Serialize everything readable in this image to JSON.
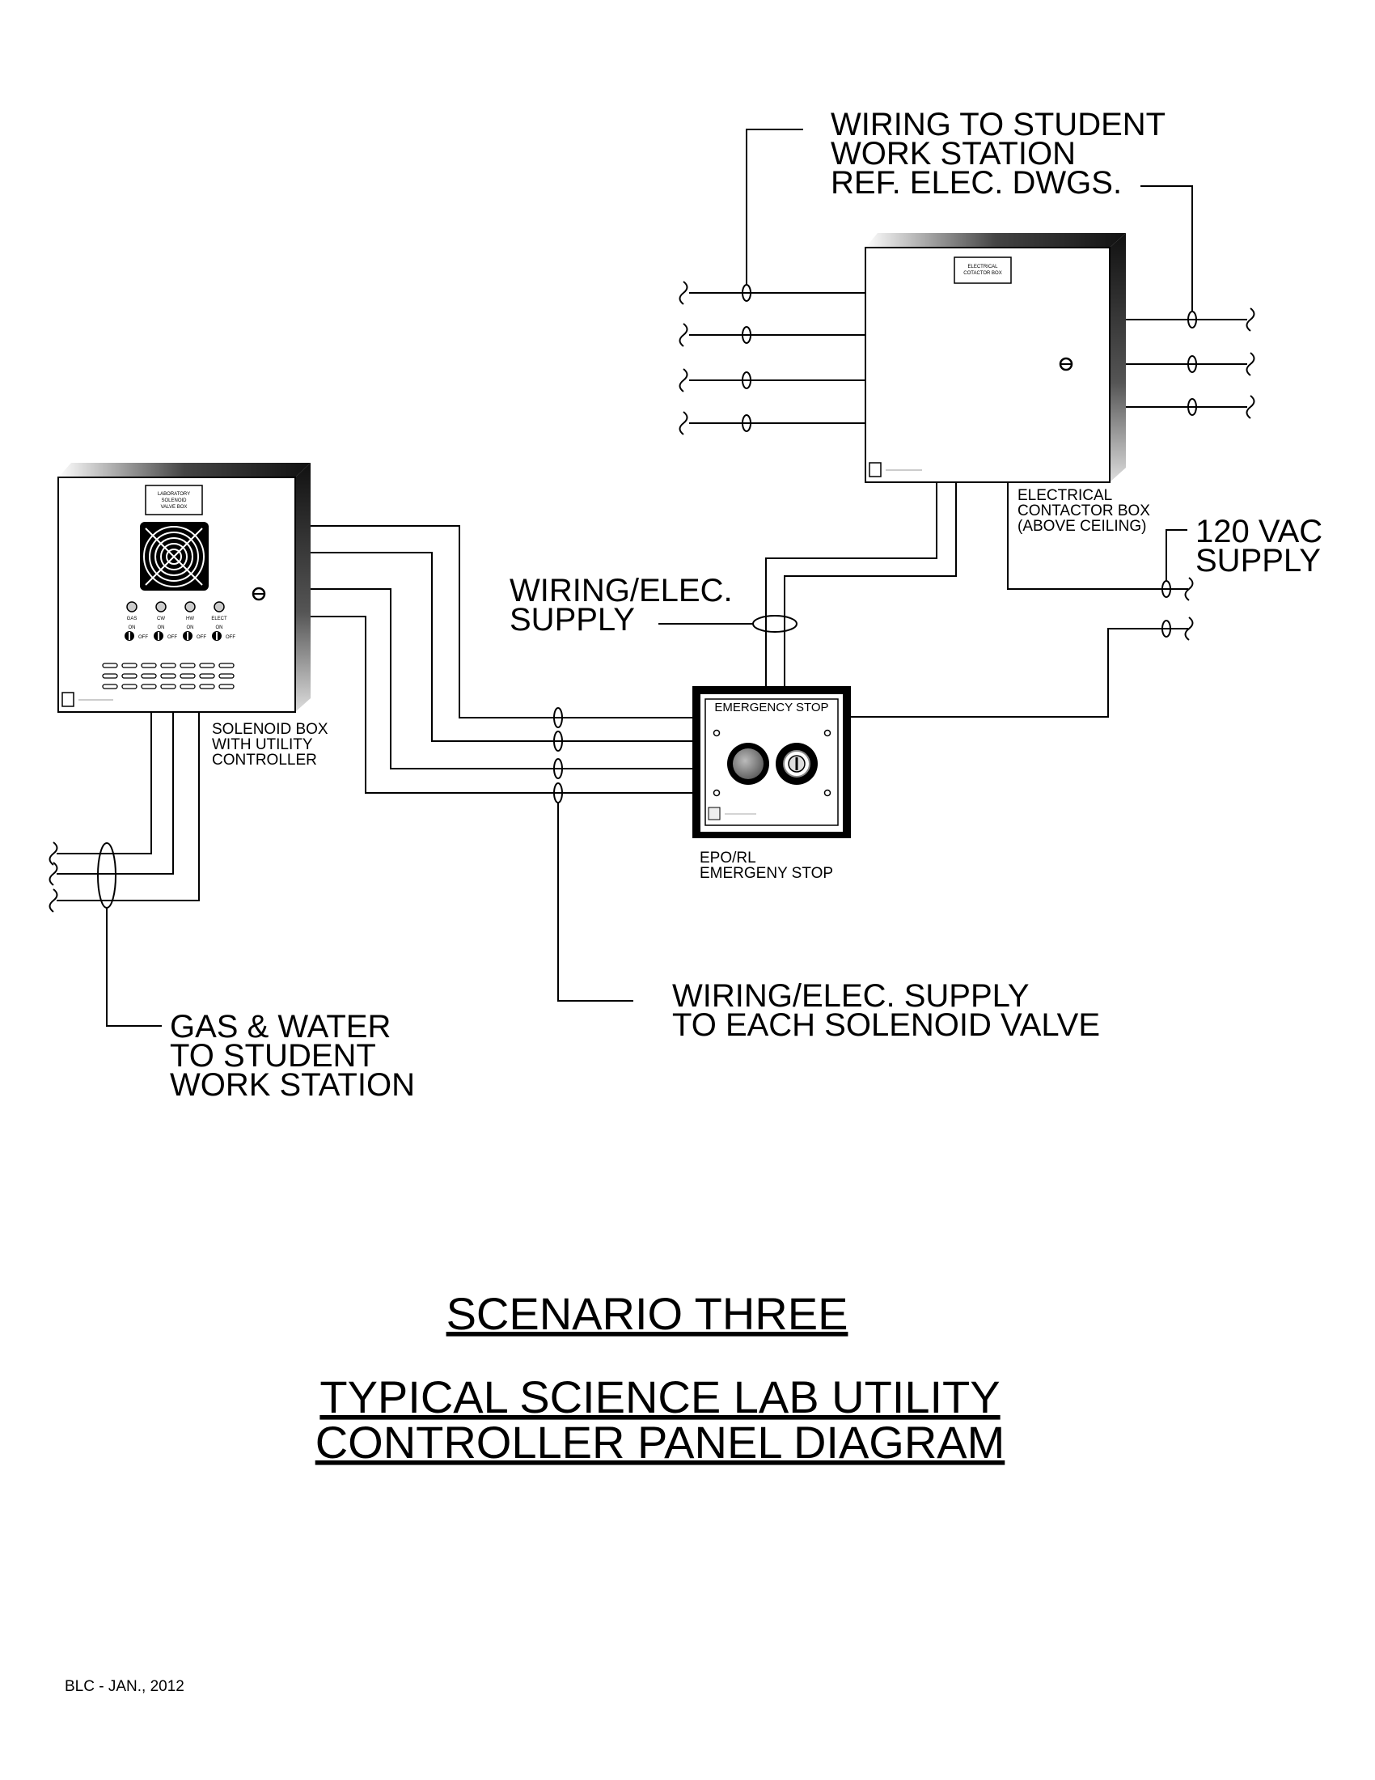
{
  "labels": {
    "wiring_to_student": [
      "WIRING TO STUDENT",
      "WORK STATION",
      "REF. ELEC. DWGS."
    ],
    "contactor_box": [
      "ELECTRICAL",
      "CONTACTOR BOX",
      "(ABOVE CEILING)"
    ],
    "vac_supply": [
      "120 VAC",
      "SUPPLY"
    ],
    "wiring_elec_supply": [
      "WIRING/ELEC.",
      "SUPPLY"
    ],
    "solenoid_box": [
      "SOLENOID BOX",
      "WITH UTILITY",
      "CONTROLLER"
    ],
    "epo": [
      "EPO/RL",
      "EMERGENY STOP"
    ],
    "wiring_to_valve": [
      "WIRING/ELEC. SUPPLY",
      "TO EACH SOLENOID VALVE"
    ],
    "gas_water": [
      "GAS & WATER",
      "TO STUDENT",
      "WORK STATION"
    ]
  },
  "panels": {
    "contactor_plate": [
      "ELECTRICAL",
      "COTACTOR BOX"
    ],
    "solenoid_plate": [
      "LABORATORY",
      "SOLENOID",
      "VALVE BOX"
    ],
    "switches": [
      "GAS",
      "CW",
      "HW",
      "ELECT"
    ],
    "switch_on": "ON",
    "switch_off": "OFF",
    "emergency_stop": "EMERGENCY STOP"
  },
  "title": {
    "scenario": "SCENARIO THREE",
    "line1": "TYPICAL SCIENCE LAB UTILITY",
    "line2": "CONTROLLER PANEL DIAGRAM"
  },
  "footer": {
    "credit": "BLC - JAN., 2012"
  }
}
